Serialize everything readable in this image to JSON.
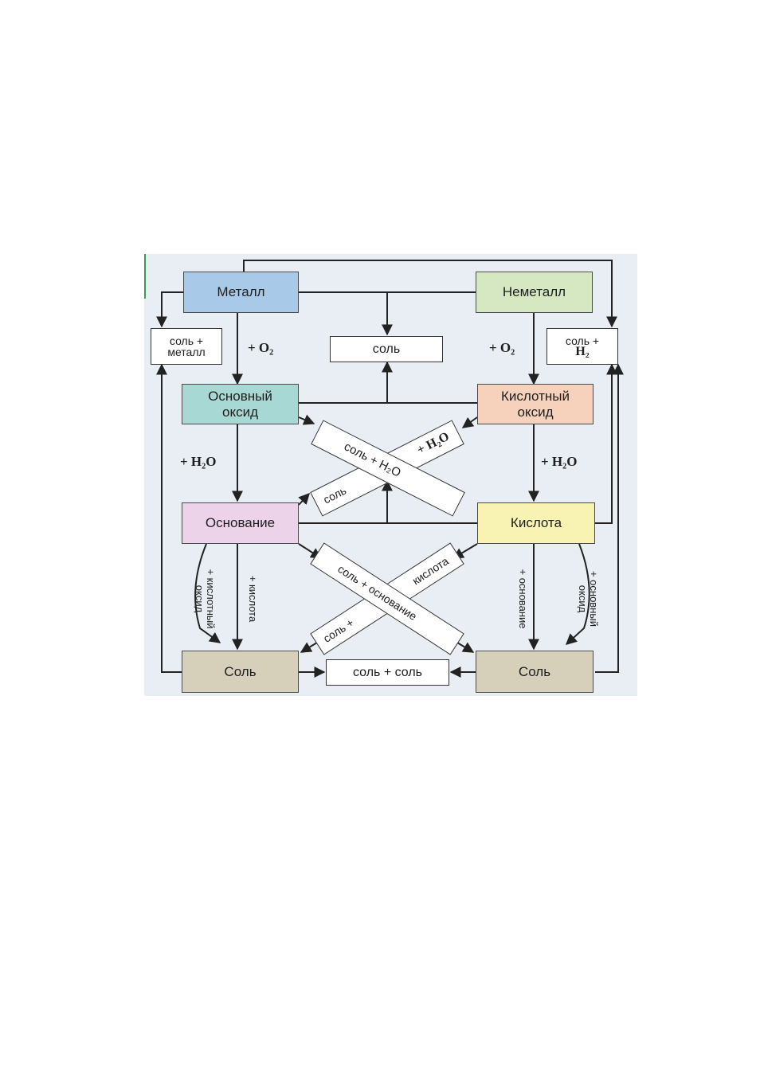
{
  "nodes": {
    "metal": "Металл",
    "nonmetal": "Неметалл",
    "basic_oxide": [
      "Основный",
      "оксид"
    ],
    "acidic_oxide": [
      "Кислотный",
      "оксид"
    ],
    "base": "Основание",
    "acid": "Кислота",
    "salt_left": "Соль",
    "salt_right": "Соль"
  },
  "products": {
    "salt_metal": [
      "соль +",
      "металл"
    ],
    "salt_center": "соль",
    "salt_h2": [
      "соль +",
      "H₂"
    ],
    "salt_salt": "соль + соль"
  },
  "labels": {
    "o2_left": "+ O₂",
    "o2_right": "+ O₂",
    "h2o_left": "+ H₂O",
    "h2o_right": "+ H₂O",
    "acidic_oxide_vert": [
      "+ кислотный",
      "оксид"
    ],
    "acid_vert": "+ кислота",
    "base_vert": "+ основание",
    "basic_oxide_vert": [
      "+ основный",
      "оксид"
    ]
  },
  "cross_top": {
    "band1_main": "соль + H₂O",
    "band1_tail": "+ H₂O",
    "band2_text": "соль"
  },
  "cross_bottom": {
    "band1_main": "соль + основание",
    "band2_top": "кислота",
    "band2_bottom": "соль +"
  },
  "colors": {
    "metal": "#a9c9e8",
    "nonmetal": "#d6e8c2",
    "basic_oxide": "#a8d8d3",
    "acidic_oxide": "#f6d2bd",
    "base": "#ecd3ea",
    "acid": "#f8f3b2",
    "salt": "#d6cfba",
    "background": "#e8eef4"
  }
}
